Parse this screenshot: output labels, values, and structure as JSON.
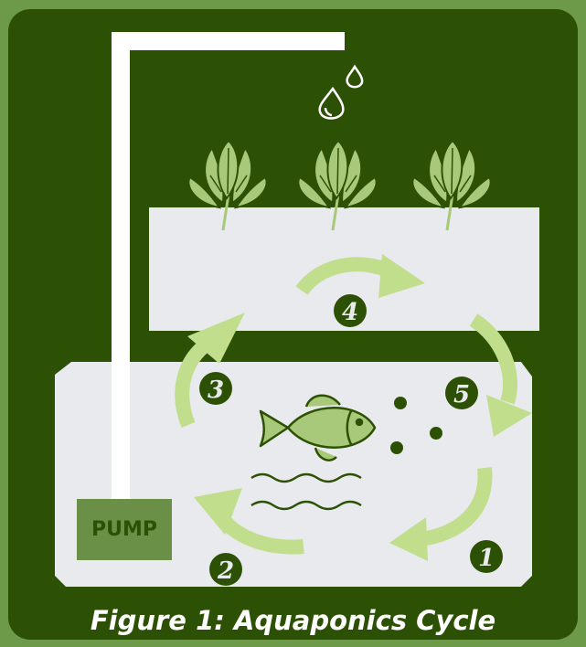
{
  "title": "Figure 1: Aquaponics Cycle",
  "pump_label": "PUMP",
  "steps": [
    "1",
    "2",
    "3",
    "4",
    "5"
  ],
  "colors": {
    "background": "#6d9a48",
    "panel": "#2d5104",
    "tank": "#e9eaee",
    "arrow": "#c1de8d",
    "plant": "#a8c97a",
    "pump": "#6a8f47"
  },
  "icons": [
    "water-drops-icon",
    "plant-icon",
    "fish-icon",
    "waves-icon",
    "nutrient-dots-icon"
  ]
}
